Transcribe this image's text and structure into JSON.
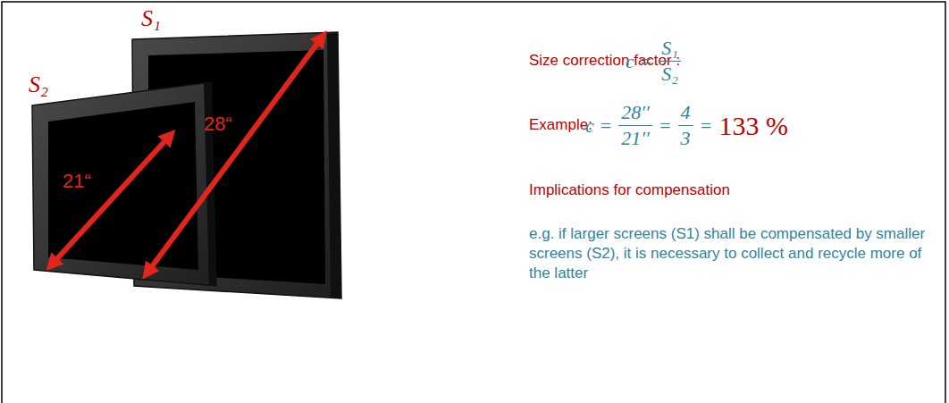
{
  "diagram": {
    "nodes": [
      {
        "text": [
          "S₁",
          "28“"
        ]
      },
      {
        "text": [
          "S₂",
          "21“"
        ]
      }
    ],
    "labels": [
      "Size correction factor :",
      "c =",
      "S₁",
      "S₂",
      "Example:",
      "c =",
      "28′′",
      "21′′",
      "=",
      "4",
      "3",
      "=",
      "133 %",
      "Implications for compensation",
      "e.g. if larger screens (S1) shall be compensated by smaller screens (S2), it is necessary to collect and recycle more of the latter"
    ]
  }
}
